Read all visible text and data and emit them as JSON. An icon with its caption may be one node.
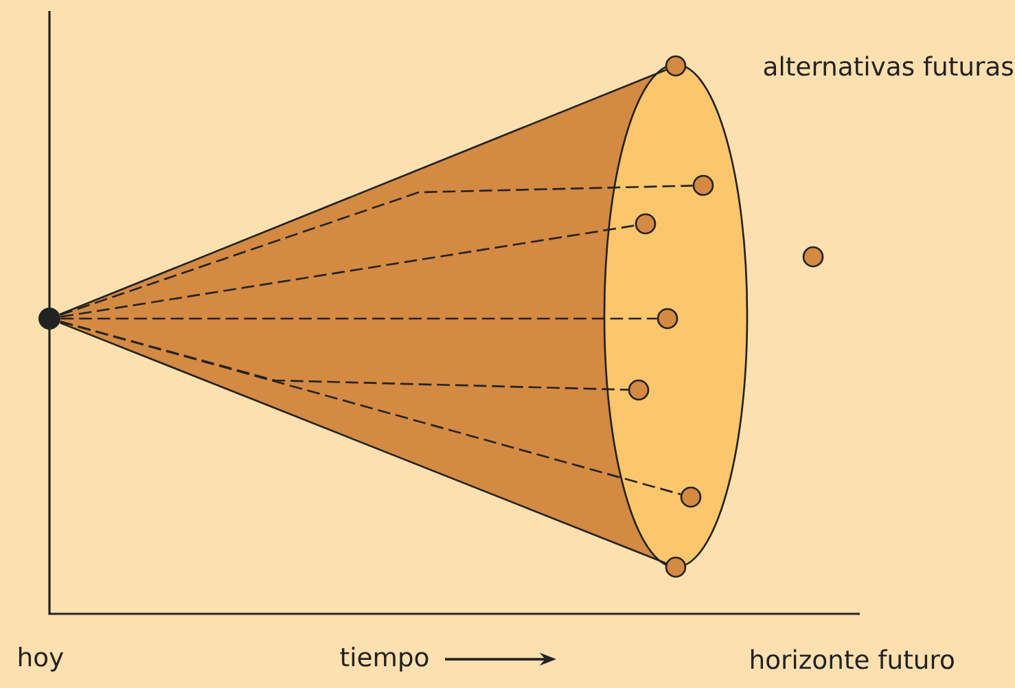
{
  "diagram": {
    "nodes": [
      {
        "text": [],
        "shape": "circle"
      },
      {
        "text": [],
        "shape": "circle"
      },
      {
        "text": [],
        "shape": "circle"
      },
      {
        "text": [],
        "shape": "circle"
      },
      {
        "text": [],
        "shape": "circle"
      },
      {
        "text": [],
        "shape": "circle"
      },
      {
        "text": [],
        "shape": "circle"
      },
      {
        "text": [],
        "shape": "circle"
      },
      {
        "text": [],
        "shape": "circle"
      }
    ],
    "edges": [
      {
        "from": 0,
        "to": 1,
        "arrow": "none"
      },
      {
        "from": 0,
        "to": 2,
        "arrow": "none",
        "style": "dashed"
      },
      {
        "from": 0,
        "to": 3,
        "arrow": "none",
        "style": "dashed"
      },
      {
        "from": 0,
        "to": 4,
        "arrow": "none",
        "style": "dashed"
      },
      {
        "from": 0,
        "to": 5,
        "arrow": "none",
        "style": "dashed"
      },
      {
        "from": 0,
        "to": 6,
        "arrow": "none",
        "style": "dashed"
      },
      {
        "from": 0,
        "to": 7,
        "arrow": "none"
      }
    ],
    "labels": [
      "alternativas futuras",
      "hoy",
      "tiempo",
      "horizonte futuro"
    ]
  }
}
